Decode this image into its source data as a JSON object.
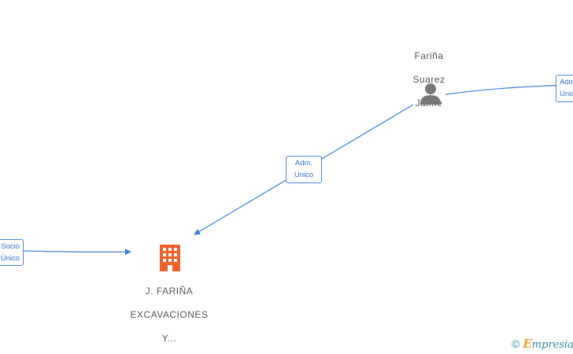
{
  "nodes": {
    "person": {
      "name_lines": [
        "Fariña",
        "Suarez",
        "Jaime"
      ],
      "icon": "person-icon",
      "color": "#777777"
    },
    "company": {
      "name_lines": [
        "J. FARIÑA",
        "EXCAVACIONES",
        "Y..."
      ],
      "icon": "building-icon",
      "color": "#f0602a"
    }
  },
  "edges": {
    "person_to_company": {
      "line1": "Adm.",
      "line2": "Unico"
    },
    "right_partial": {
      "line1": "Adm.",
      "line2": "Unico"
    },
    "left_partial": {
      "line1": "Socio",
      "line2": "Único"
    }
  },
  "footer": {
    "copyright_symbol": "©",
    "brand_initial": "E",
    "brand_rest": "mpresia"
  },
  "colors": {
    "edge_line": "#3f7fd6",
    "label_border": "#4a86d6",
    "label_text": "#2e6fc9",
    "node_text": "#555555"
  }
}
